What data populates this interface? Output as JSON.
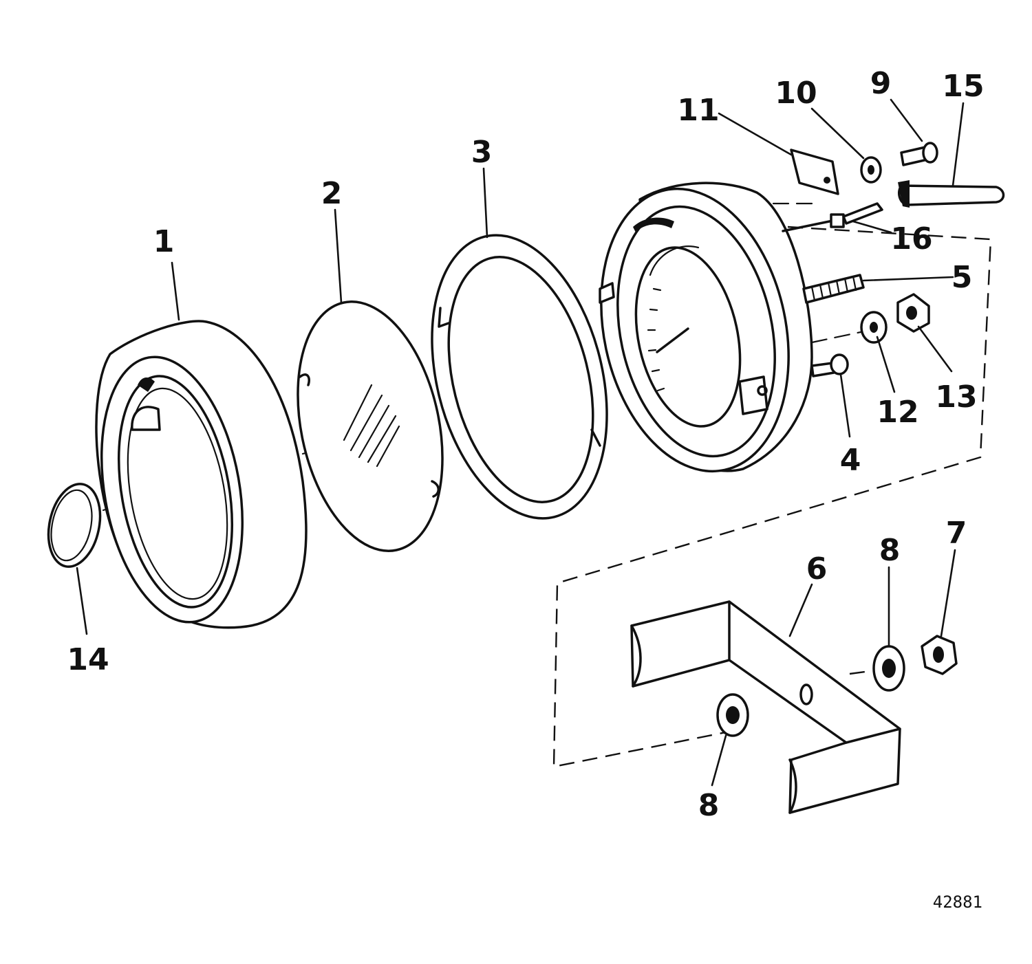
{
  "diagram": {
    "callouts": [
      {
        "id": "c1",
        "text": "1"
      },
      {
        "id": "c2",
        "text": "2"
      },
      {
        "id": "c3",
        "text": "3"
      },
      {
        "id": "c4",
        "text": "4"
      },
      {
        "id": "c5",
        "text": "5"
      },
      {
        "id": "c6",
        "text": "6"
      },
      {
        "id": "c7",
        "text": "7"
      },
      {
        "id": "c8a",
        "text": "8"
      },
      {
        "id": "c8b",
        "text": "8"
      },
      {
        "id": "c9",
        "text": "9"
      },
      {
        "id": "c10",
        "text": "10"
      },
      {
        "id": "c11",
        "text": "11"
      },
      {
        "id": "c12",
        "text": "12"
      },
      {
        "id": "c13",
        "text": "13"
      },
      {
        "id": "c14",
        "text": "14"
      },
      {
        "id": "c15",
        "text": "15"
      },
      {
        "id": "c16",
        "text": "16"
      }
    ],
    "figure_number": "42881",
    "colors": {
      "ink": "#111111",
      "paper": "#ffffff"
    }
  }
}
